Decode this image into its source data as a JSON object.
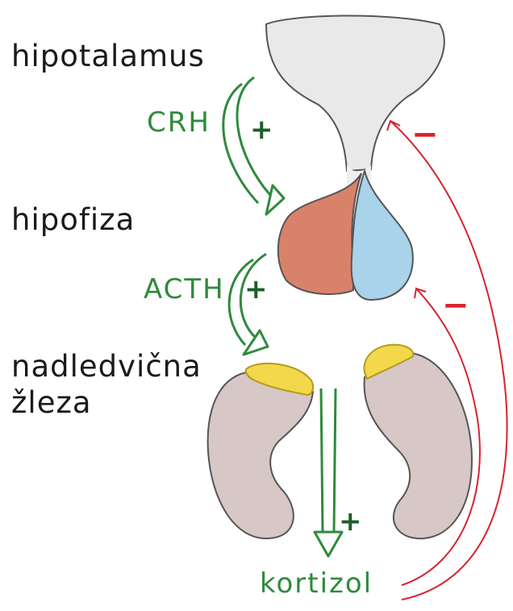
{
  "organs": {
    "hypothalamus": "hipotalamus",
    "pituitary": "hipofiza",
    "adrenal_line1": "nadledvična",
    "adrenal_line2": "žleza"
  },
  "hormones": {
    "crh": "CRH",
    "acth": "ACTH",
    "cortisol": "kortizol"
  },
  "signs": {
    "stimulate": "+",
    "inhibit": "−"
  },
  "colors": {
    "hypothalamus_fill": "#e9e9e9",
    "anterior_pituitary": "#d9826a",
    "posterior_pituitary": "#a9d3ea",
    "adrenal_cortex_cap": "#f2d84a",
    "kidney_fill": "#d7c7c7",
    "stimulation_arrow": "#2f8a3c",
    "inhibition_arrow": "#d8232f"
  }
}
